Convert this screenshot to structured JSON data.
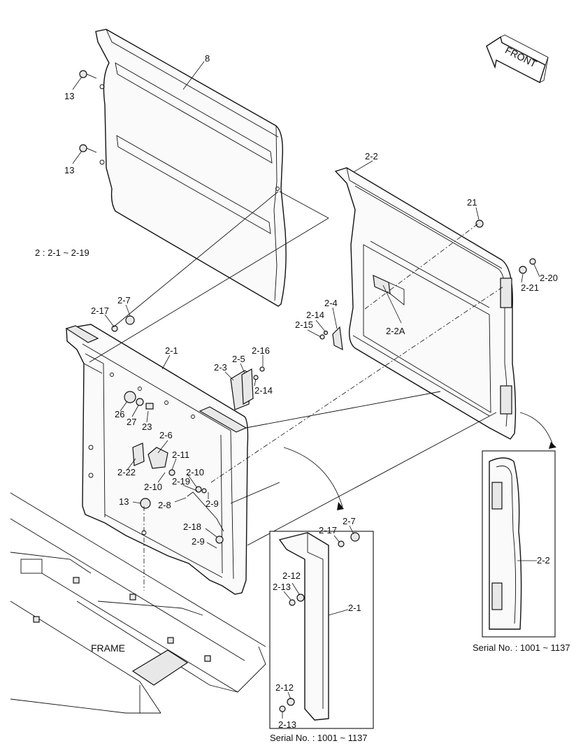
{
  "diagram": {
    "front_label": "FRONT",
    "frame_label": "FRAME",
    "group_note": "2 : 2-1 ~ 2-19",
    "serial_right": "Serial No. : 1001 ~ 1137",
    "serial_bottom": "Serial No. : 1001 ~ 1137",
    "callouts": {
      "c8": "8",
      "c13a": "13",
      "c13b": "13",
      "c13c": "13",
      "c2_2": "2-2",
      "c21": "21",
      "c2_20": "2-20",
      "c2_21": "2-21",
      "c2_2A": "2-2A",
      "c2_4": "2-4",
      "c2_14a": "2-14",
      "c2_15": "2-15",
      "c2_7a": "2-7",
      "c2_17a": "2-17",
      "c2_1a": "2-1",
      "c2_16": "2-16",
      "c2_5": "2-5",
      "c2_3": "2-3",
      "c2_14b": "2-14",
      "c26": "26",
      "c27": "27",
      "c23": "23",
      "c2_6": "2-6",
      "c2_11": "2-11",
      "c2_22": "2-22",
      "c2_10a": "2-10",
      "c2_19": "2-19",
      "c2_10b": "2-10",
      "c2_9a": "2-9",
      "c2_8": "2-8",
      "c2_18": "2-18",
      "c2_9b": "2-9",
      "c2_7b": "2-7",
      "c2_17b": "2-17",
      "c2_12a": "2-12",
      "c2_13a": "2-13",
      "c2_1b": "2-1",
      "c2_12b": "2-12",
      "c2_13b": "2-13",
      "c2_2b": "2-2"
    }
  }
}
